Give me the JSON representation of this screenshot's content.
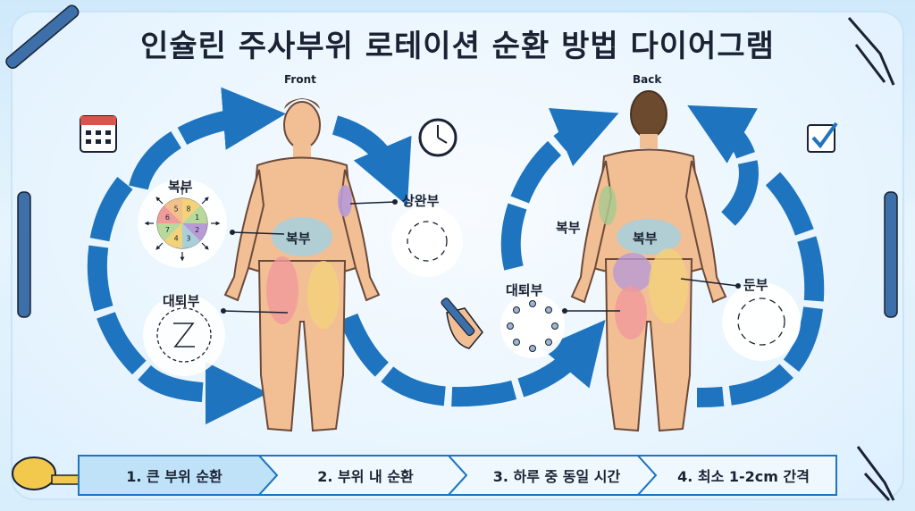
{
  "title": "인슐린 주사부위 로테이션 순환 방법 다이어그램",
  "views": {
    "front": "Front",
    "back": "Back"
  },
  "front_labels": {
    "abdomen_zone": "복부",
    "abdomen_circle": "복부",
    "thigh_circle": "대퇴부",
    "upper_arm": "상완부"
  },
  "back_labels": {
    "abdomen_left": "복부",
    "abdomen_zone": "복부",
    "thigh": "대퇴부",
    "buttock": "둔부"
  },
  "clock_numbers": [
    "1",
    "2",
    "3",
    "4",
    "5",
    "6",
    "7",
    "8"
  ],
  "steps": [
    "1. 큰 부위 순환",
    "2. 부위 내 순환",
    "3. 하루 중 동일 시간",
    "4. 최소 1-2cm 간격"
  ],
  "colors": {
    "arrow": "#1e74bf",
    "skin": "#f2bf95",
    "abdomen_zone": "#a9cfd9",
    "thigh_red": "#f09a9a",
    "thigh_yellow": "#f2d27a",
    "arm_purple": "#b79ad6",
    "arm_green": "#a9c98e"
  }
}
